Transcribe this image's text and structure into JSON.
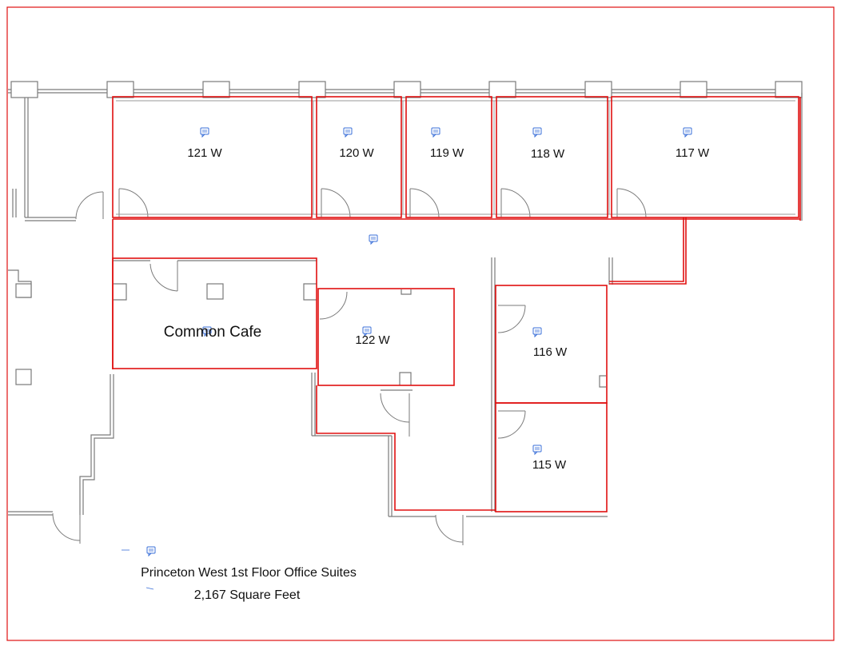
{
  "plan": {
    "rooms": [
      {
        "label": "121 W"
      },
      {
        "label": "120 W"
      },
      {
        "label": "119 W"
      },
      {
        "label": "118 W"
      },
      {
        "label": "117 W"
      },
      {
        "label": "Common Cafe"
      },
      {
        "label": "122 W"
      },
      {
        "label": "116 W"
      },
      {
        "label": "115 W"
      }
    ],
    "caption": {
      "title": "Princeton West 1st Floor Office Suites",
      "area": "2,167 Square Feet"
    },
    "colors": {
      "suite_outline": "#e01010",
      "walls": "#7a7a7a",
      "comment_icon": "#3a6fd8",
      "border": "#e01010"
    },
    "icons": [
      "comment-icon"
    ]
  }
}
